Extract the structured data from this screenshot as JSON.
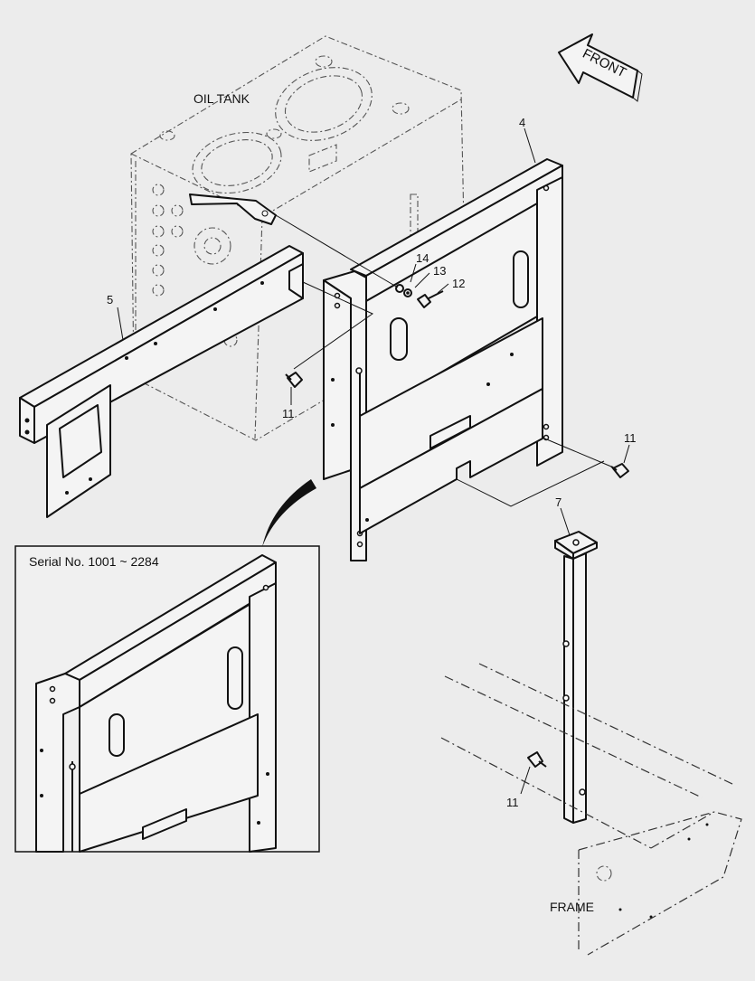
{
  "labels": {
    "oil_tank": "OIL TANK",
    "front": "FRONT",
    "frame": "FRAME",
    "serial": "Serial No. 1001 ~ 2284"
  },
  "callouts": {
    "part_4": "4",
    "part_5": "5",
    "part_7": "7",
    "part_11_a": "11",
    "part_11_b": "11",
    "part_11_c": "11",
    "part_12": "12",
    "part_13": "13",
    "part_14": "14"
  }
}
